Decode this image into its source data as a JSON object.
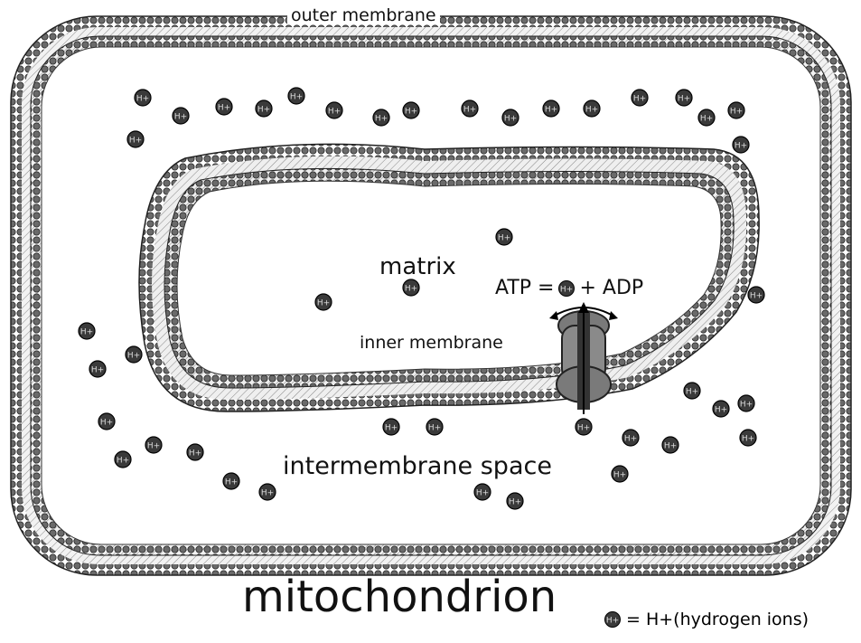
{
  "labels": {
    "outer_membrane": "outer membrane",
    "matrix": "matrix",
    "atp_left": "ATP =",
    "atp_right": "+ ADP",
    "inner_membrane": "inner membrane",
    "intermembrane_space": "intermembrane space",
    "title": "mitochondrion"
  },
  "legend": {
    "text": "= H+(hydrogen ions)",
    "ion_symbol": "H+"
  },
  "colors": {
    "membrane_head": "#555555",
    "membrane_tail": "#e6e6e6",
    "ion": "#3a3a3a",
    "synthase_fill": "#8a8a8a",
    "background": "#ffffff"
  }
}
